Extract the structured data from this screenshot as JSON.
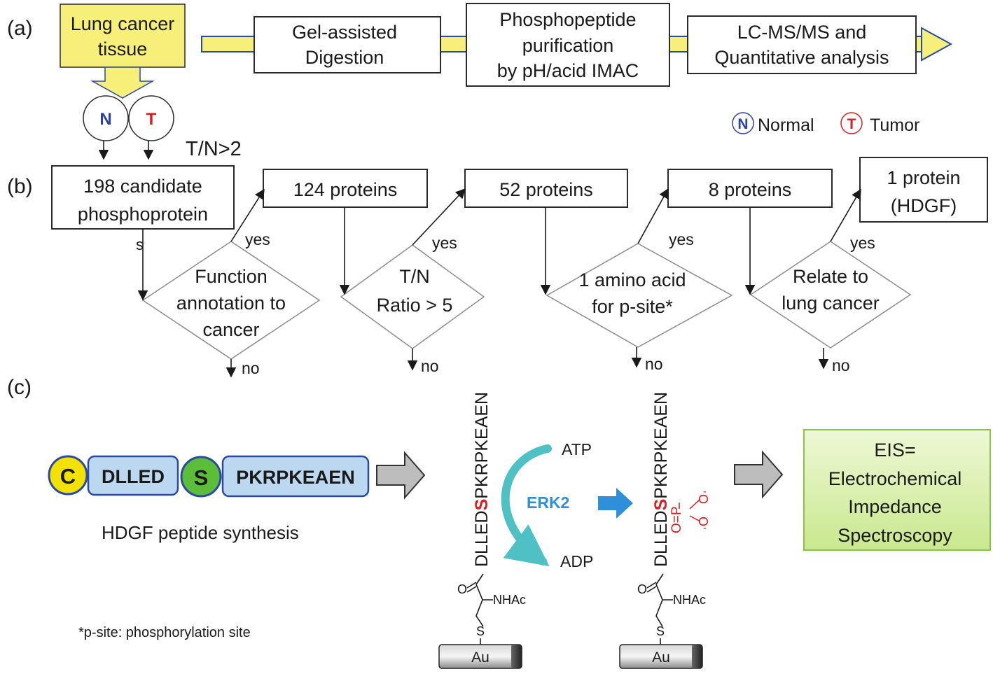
{
  "panel_labels": {
    "a": "(a)",
    "b": "(b)",
    "c": "(c)"
  },
  "panel_a": {
    "source_box": [
      "Lung cancer",
      "tissue"
    ],
    "steps": [
      [
        "Gel-assisted",
        "Digestion"
      ],
      [
        "Phosphopeptide",
        "purification",
        "by pH/acid IMAC"
      ],
      [
        "LC-MS/MS and",
        "Quantitative analysis"
      ]
    ],
    "sample_normal_letter": "N",
    "sample_tumor_letter": "T",
    "legend": {
      "normal_letter": "N",
      "normal": "Normal",
      "tumor_letter": "T",
      "tumor": "Tumor"
    },
    "ratio_label": "T/N>2"
  },
  "panel_b": {
    "start_box": [
      "198 candidate",
      "phosphoprotein"
    ],
    "stray_label": "s",
    "results": [
      [
        "124 proteins"
      ],
      [
        "52 proteins"
      ],
      [
        "8 proteins"
      ],
      [
        "1 protein",
        "(HDGF)"
      ]
    ],
    "criteria": [
      [
        "Function",
        "annotation to",
        "cancer"
      ],
      [
        "T/N",
        "Ratio > 5"
      ],
      [
        "1 amino acid",
        "for p-site*"
      ],
      [
        "Relate to",
        "lung cancer"
      ]
    ],
    "yes": "yes",
    "no": "no"
  },
  "panel_c": {
    "peptide_blocks": [
      {
        "text": "C",
        "shape": "circle"
      },
      {
        "text": "DLLED",
        "shape": "rect"
      },
      {
        "text": "S",
        "shape": "circle"
      },
      {
        "text": "PKRPKEAEN",
        "shape": "rect"
      }
    ],
    "synthesis_caption": "HDGF peptide synthesis",
    "sequence_prefix": "DLLED",
    "sequence_site": "S",
    "sequence_suffix": "PKRPKEAEN",
    "atp": "ATP",
    "adp": "ADP",
    "kinase": "ERK2",
    "nhac": "NHAc",
    "sulfur": "S",
    "oxygen": "O",
    "gold": "Au",
    "phosphate": {
      "o_double": "O=",
      "p": "P",
      "o_minus": "O",
      "charge": "-"
    },
    "result_box": [
      "EIS=",
      "Electrochemical",
      "Impedance",
      "Spectroscopy"
    ],
    "footnote": "*p-site: phosphorylation site",
    "colors": {
      "site_red": "#d42020",
      "kinase_blue": "#2f8fd8",
      "arc_teal": "#4fc1c5",
      "normal_blue": "#2a3fa8",
      "tumor_red": "#d42020",
      "yellow_box": "#f6f07a",
      "circle_c": "#f3e200",
      "circle_s": "#5cbd3a",
      "block_blue": "#bcd8f0",
      "result_green": "#d9efac"
    }
  }
}
